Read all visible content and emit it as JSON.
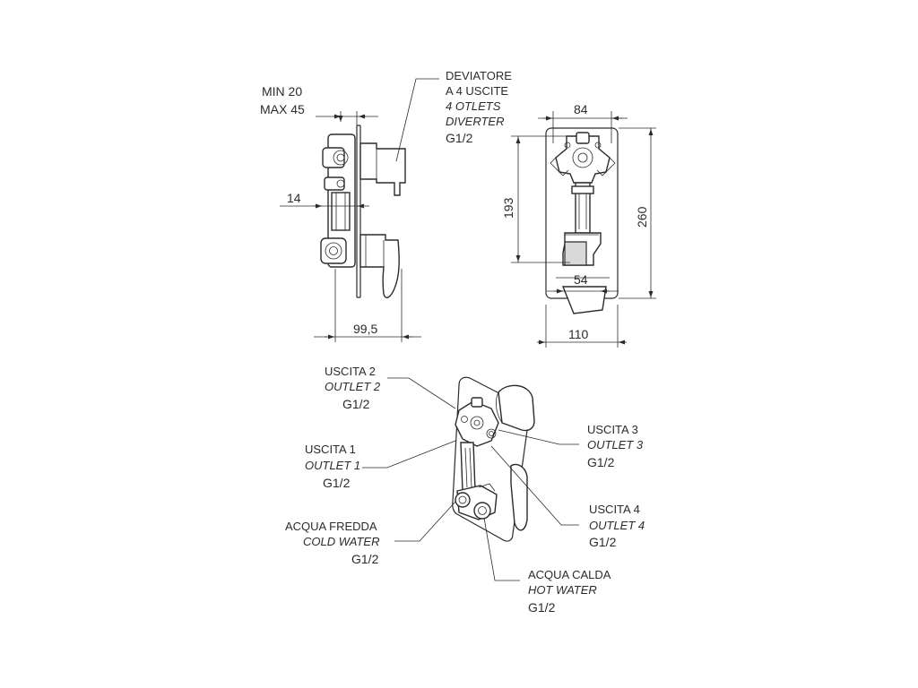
{
  "side_view": {
    "depth_min": "MIN 20",
    "depth_max": "MAX 45",
    "dim_14": "14",
    "dim_99_5": "99,5",
    "diverter": {
      "line1": "DEVIATORE",
      "line2": "A 4 USCITE",
      "line3": "4 OTLETS",
      "line4": "DIVERTER",
      "thread": "G1/2"
    }
  },
  "front_view": {
    "dim_84": "84",
    "dim_193": "193",
    "dim_260": "260",
    "dim_54": "54",
    "dim_110": "110"
  },
  "iso_view": {
    "outlet2": {
      "it": "USCITA 2",
      "en": "OUTLET 2",
      "thread": "G1/2"
    },
    "outlet1": {
      "it": "USCITA 1",
      "en": "OUTLET 1",
      "thread": "G1/2"
    },
    "cold": {
      "it": "ACQUA FREDDA",
      "en": "COLD WATER",
      "thread": "G1/2"
    },
    "outlet3": {
      "it": "USCITA 3",
      "en": "OUTLET 3",
      "thread": "G1/2"
    },
    "outlet4": {
      "it": "USCITA 4",
      "en": "OUTLET 4",
      "thread": "G1/2"
    },
    "hot": {
      "it": "ACQUA CALDA",
      "en": "HOT WATER",
      "thread": "G1/2"
    }
  }
}
